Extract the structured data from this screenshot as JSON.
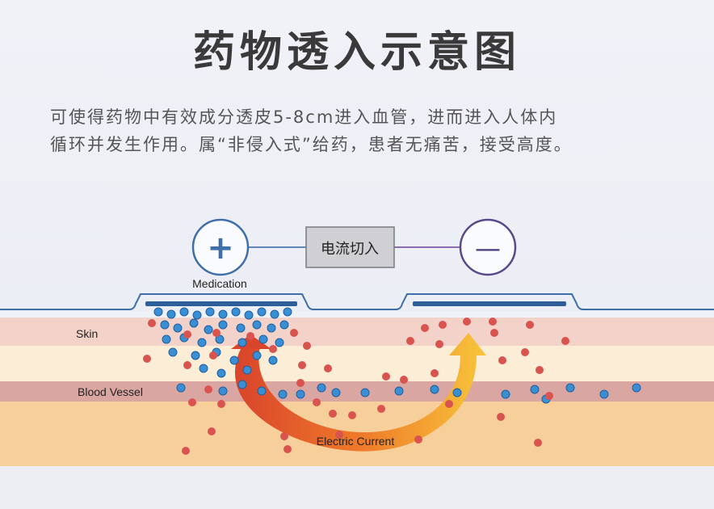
{
  "title": "药物透入示意图",
  "description": {
    "line1": "可使得药物中有效成分透皮5-8cm进入血管，进而进入人体内",
    "line2": "循环并发生作用。属“非侵入式”给药，患者无痛苦，接受高度。"
  },
  "diagram": {
    "positive_symbol": "+",
    "negative_symbol": "—",
    "switch_label": "电流切入",
    "medication_label": "Medication",
    "skin_label": "Skin",
    "blood_vessel_label": "Blood Vessel",
    "current_label": "Electric Current"
  },
  "colors": {
    "electrode": "#3f6fa8",
    "medication_dot": "#3a8fd4",
    "blood_dot": "#d9534f",
    "skin_band": "#f3d2c9",
    "blood_band": "#d9a6a1",
    "arrow_start": "#d9442b",
    "arrow_end": "#f7c63a"
  }
}
